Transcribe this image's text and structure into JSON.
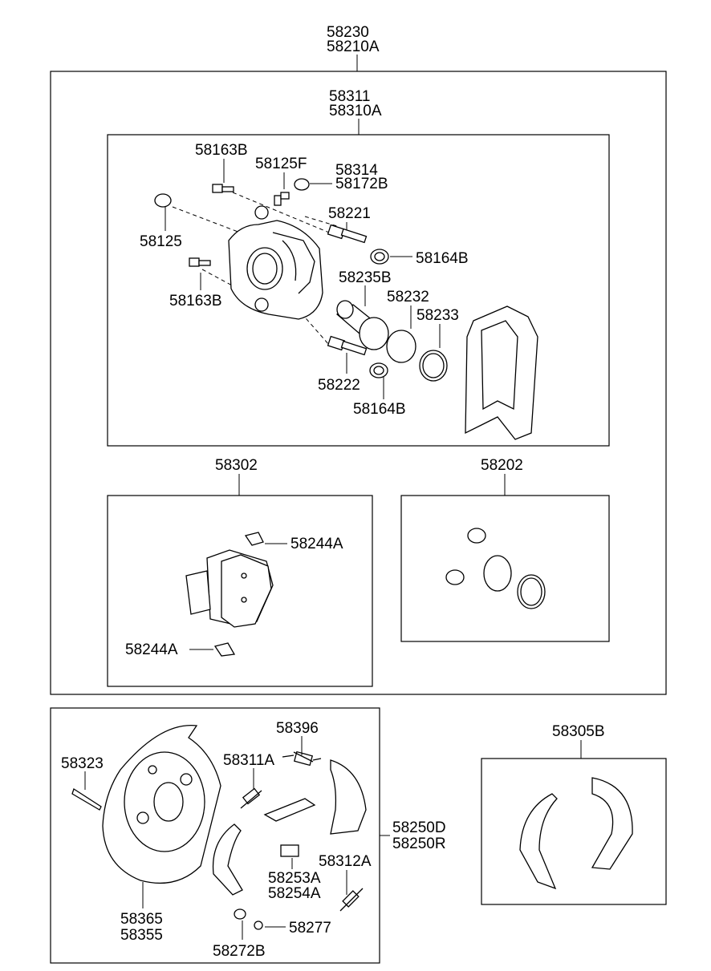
{
  "labels": {
    "asm_top_1": "58230",
    "asm_top_2": "58210A",
    "caliper_1": "58311",
    "caliper_2": "58310A",
    "bolt_top": "58163B",
    "bleeder": "58125F",
    "cap_1": "58314",
    "cap_2": "58172B",
    "pin_top": "58221",
    "cap_left": "58125",
    "boot_top": "58164B",
    "bolt_bottom": "58163B",
    "piston": "58235B",
    "seal": "58232",
    "dust_boot": "58233",
    "pin_bottom": "58222",
    "boot_bottom": "58164B",
    "pad_set": "58302",
    "seal_kit": "58202",
    "shim_top": "58244A",
    "shim_bottom": "58244A",
    "parking_shoe_set": "58305B",
    "spring_top": "58396",
    "bolt_backing": "58323",
    "spring_mid": "58311A",
    "drum_brake_1": "58250D",
    "drum_brake_2": "58250R",
    "adjuster_1": "58253A",
    "adjuster_2": "58254A",
    "spring_low": "58312A",
    "backing_plate_1": "58365",
    "backing_plate_2": "58355",
    "pin": "58277",
    "retainer": "58272B"
  }
}
